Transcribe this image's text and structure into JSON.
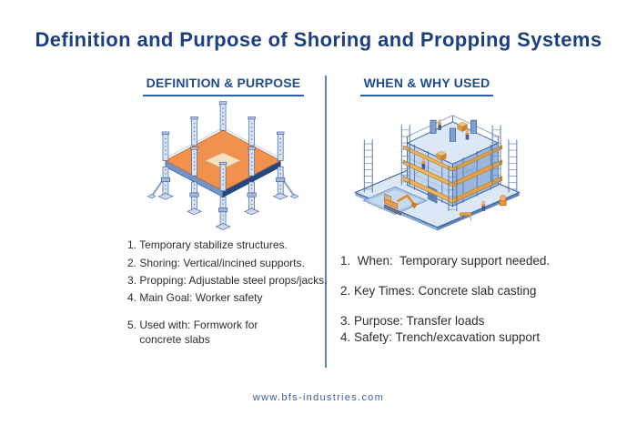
{
  "title": "Definition and Purpose of Shoring and Propping Systems",
  "left_panel": {
    "header": "DEFINITION & PURPOSE",
    "illustration": "shoring-platform",
    "items": [
      "1. Temporary stabilize structures.",
      "2. Shoring: Vertical/incined supports.",
      "3. Propping: Adjustable steel props/jacks.",
      "4. Main Goal: Worker safety",
      "5. Used with: Formwork for\n    concrete slabs"
    ]
  },
  "right_panel": {
    "header": "WHEN & WHY USED",
    "illustration": "construction-building-with-scaffolding",
    "items": [
      "1.  When:  Temporary support needed.",
      "2. Key Times: Concrete slab casting",
      "3. Purpose: Transfer loads",
      "4. Safety: Trench/excavation support"
    ]
  },
  "footer": {
    "website": "www.bfs-industries.com"
  },
  "colors": {
    "title_navy": "#1C3F7E",
    "header_blue": "#1E4C8F",
    "underline_blue": "#2E62A6",
    "divider_blue": "#5E86BB",
    "body_text": "#2D2D2D",
    "footer_blue": "#3E5C9E",
    "slab_orange": "#F0914D",
    "steel_outline": "#3F639F",
    "prop_fill": "#D8E3F2",
    "plank_yellow": "#EDB45F",
    "base_light_blue": "#DCE8F5"
  }
}
